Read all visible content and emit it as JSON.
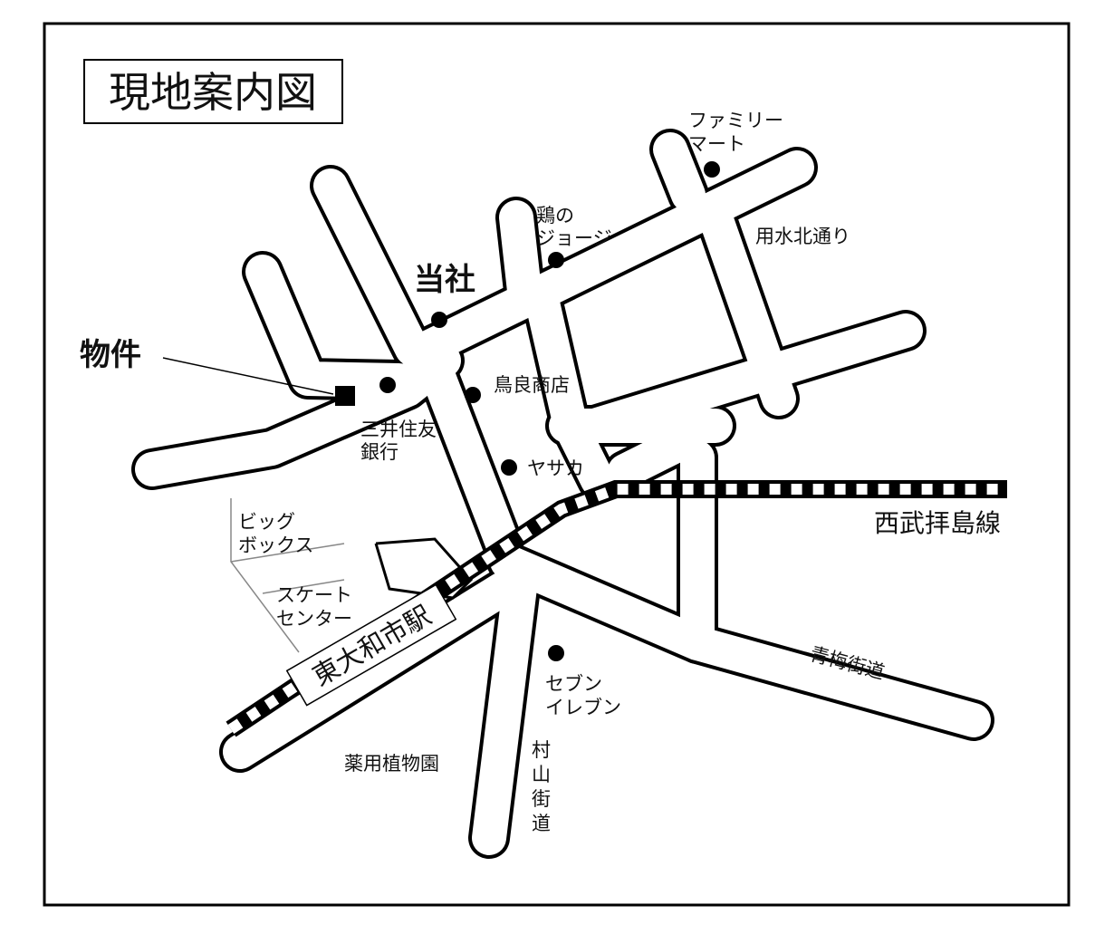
{
  "title": "現地案内図",
  "labels": {
    "property": "物件",
    "office": "当社",
    "familymart_1": "ファミリー",
    "familymart_2": "マート",
    "toriGeorge_1": "鶏の",
    "toriGeorge_2": "ジョージ",
    "yousui_street": "用水北通り",
    "toriyoshi": "鳥良商店",
    "smbc_1": "三井住友",
    "smbc_2": "銀行",
    "yasaka": "ヤサカ",
    "seibu_line": "西武拝島線",
    "bigbox_1": "ビッグ",
    "bigbox_2": "ボックス",
    "skate_1": "スケート",
    "skate_2": "センター",
    "station": "東大和市駅",
    "seven_1": "セブン",
    "seven_2": "イレブン",
    "ome_road": "青梅街道",
    "herb_garden": "薬用植物園",
    "murayama_1": "村",
    "murayama_2": "山",
    "murayama_3": "街",
    "murayama_4": "道"
  }
}
